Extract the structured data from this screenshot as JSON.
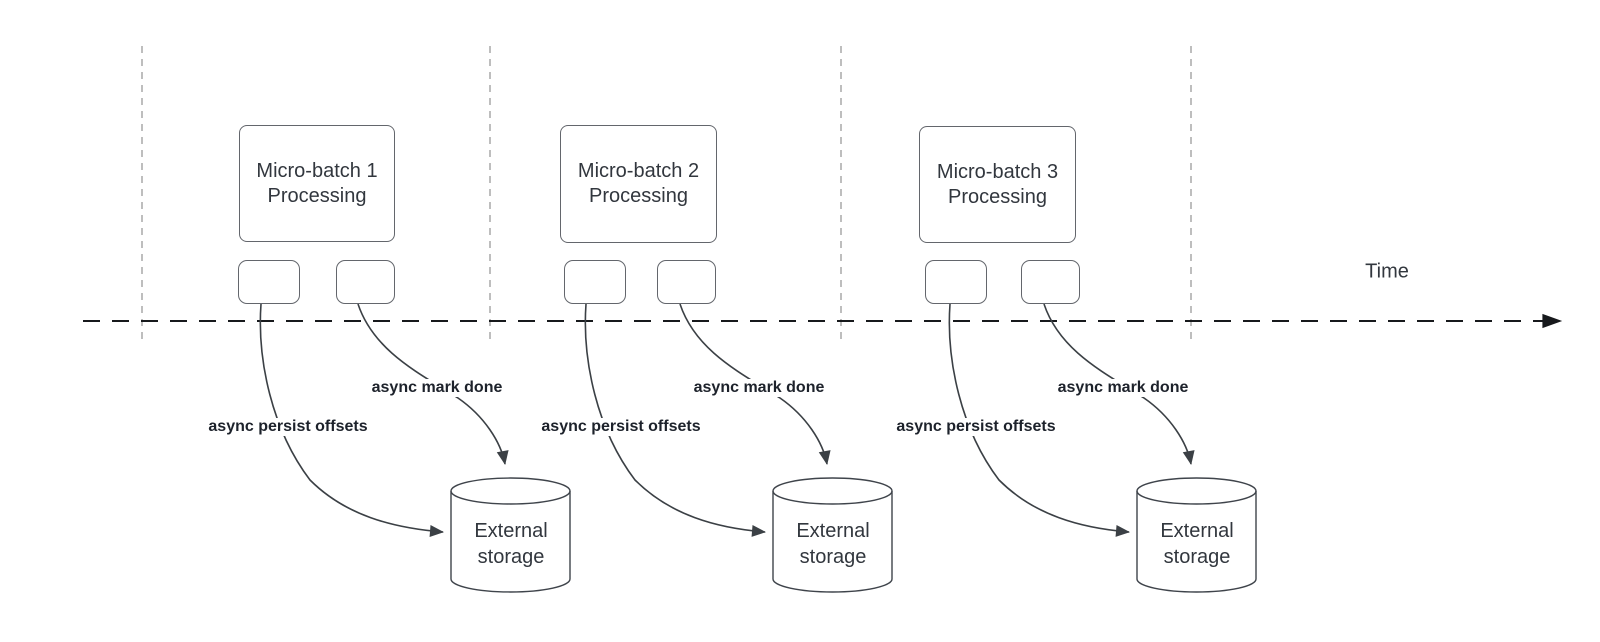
{
  "diagram": {
    "time_label": "Time",
    "batches": [
      {
        "box_label": "Micro-batch 1\nProcessing",
        "persist_label": "async persist offsets",
        "mark_done_label": "async mark done",
        "storage_label": "External\nstorage"
      },
      {
        "box_label": "Micro-batch 2\nProcessing",
        "persist_label": "async persist offsets",
        "mark_done_label": "async mark done",
        "storage_label": "External\nstorage"
      },
      {
        "box_label": "Micro-batch 3\nProcessing",
        "persist_label": "async persist offsets",
        "mark_done_label": "async mark done",
        "storage_label": "External\nstorage"
      }
    ],
    "colors": {
      "curve": "#3b4045",
      "timeline": "#17191c",
      "gridline": "#a9a9a9",
      "shape_border": "#63666c",
      "text": "#32373e",
      "label_text": "#1d222b"
    }
  }
}
